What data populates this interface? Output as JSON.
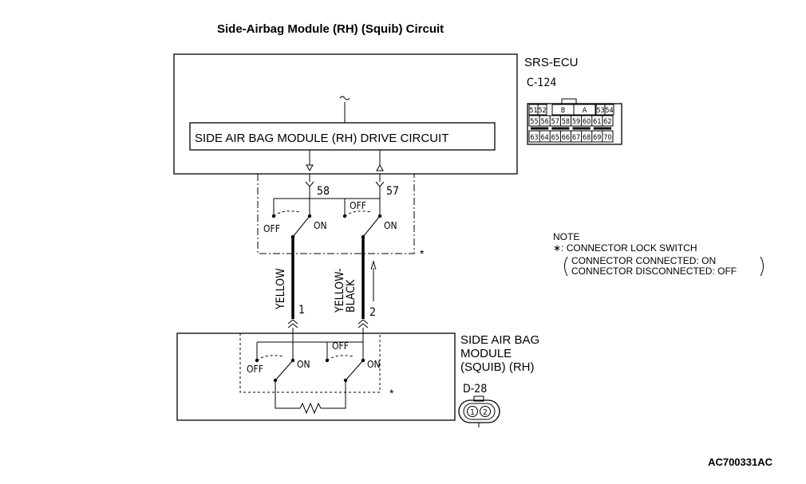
{
  "title": "Side-Airbag Module (RH) (Squib) Circuit",
  "ecu": {
    "name": "SRS-ECU",
    "connector_id": "C-124",
    "circuit_label": "SIDE AIR BAG MODULE (RH)  DRIVE CIRCUIT",
    "pins": {
      "row1": [
        "51",
        "52",
        "B",
        "A",
        "53",
        "54"
      ],
      "row2": [
        "55",
        "56",
        "57",
        "58",
        "59",
        "60",
        "61",
        "62"
      ],
      "row3": [
        "63",
        "64",
        "65",
        "66",
        "67",
        "68",
        "69",
        "70"
      ]
    }
  },
  "terminals": {
    "left_ecu": "58",
    "right_ecu": "57",
    "left_module": "1",
    "right_module": "2"
  },
  "switch": {
    "off": "OFF",
    "on": "ON"
  },
  "wires": {
    "left": "YELLOW",
    "right_line1": "YELLOW-",
    "right_line2": "BLACK"
  },
  "module": {
    "line1": "SIDE AIR BAG",
    "line2": "MODULE",
    "line3": "(SQUIB) (RH)",
    "connector_id": "D-28",
    "pins": [
      "1",
      "2"
    ]
  },
  "asterisk": "*",
  "note": {
    "heading": "NOTE",
    "line1": "∗: CONNECTOR LOCK SWITCH",
    "line2": "CONNECTOR CONNECTED: ON",
    "line3": "CONNECTOR DISCONNECTED: OFF"
  },
  "figure_code": "AC700331AC"
}
